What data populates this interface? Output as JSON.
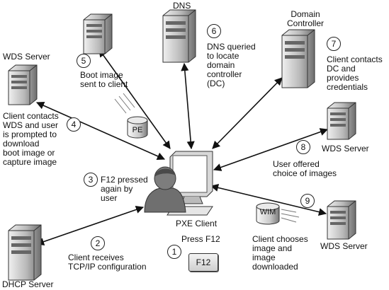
{
  "labels": {
    "dns_title": "DNS",
    "domain_controller_title": "Domain\nController",
    "wds_server_left_title": "WDS Server",
    "wds_server_right_title": "WDS Server",
    "wds_server_bottom_title": "WDS Server",
    "dhcp_server_title": "DHCP Server",
    "pxe_client_title": "PXE Client",
    "press_f12": "Press F12",
    "f12_key": "F12",
    "pe_badge": "PE",
    "wim_badge": "WIM"
  },
  "steps": [
    {
      "number": "1",
      "text": ""
    },
    {
      "number": "2",
      "text": "Client receives\nTCP/IP configuration"
    },
    {
      "number": "3",
      "text": "F12 pressed\nagain by\nuser"
    },
    {
      "number": "4",
      "text": "Client contacts\nWDS and user\nis prompted to\ndownload\nboot image or\ncapture image"
    },
    {
      "number": "5",
      "text": "Boot image\nsent to client"
    },
    {
      "number": "6",
      "text": "DNS queried\nto locate\ndomain\ncontroller\n(DC)"
    },
    {
      "number": "7",
      "text": "Client contacts\nDC and provides\ncredentials"
    },
    {
      "number": "8",
      "text": "User offered\nchoice of images"
    },
    {
      "number": "9",
      "text": "Client chooses\nimage and\nimage\ndownloaded"
    }
  ]
}
